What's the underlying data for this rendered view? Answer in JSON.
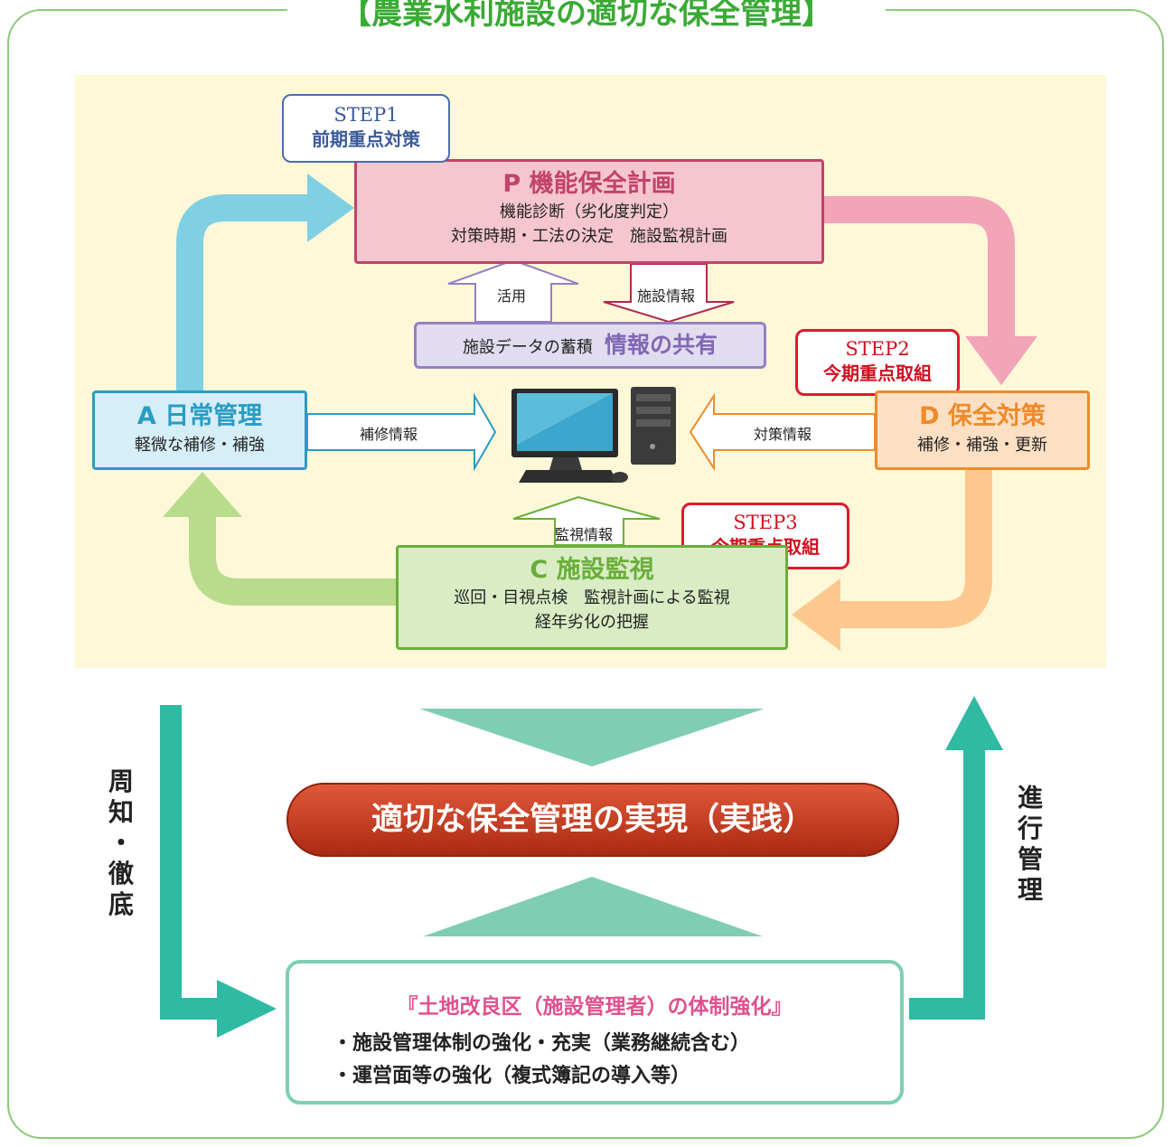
{
  "title": "【農業水利施設の適切な保全管理】",
  "p_box": {
    "heading": "P 機能保全計画",
    "line1": "機能診断（劣化度判定）",
    "line2": "対策時期・工法の決定　施設監視計画"
  },
  "step1": {
    "step": "STEP1",
    "label": "前期重点対策"
  },
  "step2": {
    "step": "STEP2",
    "label": "今期重点取組"
  },
  "step3": {
    "step": "STEP3",
    "label": "今期重点取組"
  },
  "arrows": {
    "katsuyo": "活用",
    "shisetsu_joho": "施設情報",
    "hoshu_joho": "補修情報",
    "taisaku_joho": "対策情報",
    "kanshi_joho": "監視情報"
  },
  "info_box": {
    "prefix": "施設データの蓄積",
    "main": "情報の共有"
  },
  "a_box": {
    "heading": "A 日常管理",
    "line": "軽微な補修・補強"
  },
  "d_box": {
    "heading": "D 保全対策",
    "line": "補修・補強・更新"
  },
  "c_box": {
    "heading": "C 施設監視",
    "line1": "巡回・目視点検　監視計画による監視",
    "line2": "経年劣化の把握"
  },
  "main_banner": "適切な保全管理の実現（実践）",
  "left_vertical": [
    "周",
    "知",
    "・",
    "徹",
    "底"
  ],
  "right_vertical": [
    "進",
    "行",
    "管",
    "理"
  ],
  "bottom_box": {
    "heading": "『土地改良区（施設管理者）の体制強化』",
    "item1": "・施設管理体制の強化・充実（業務継続含む）",
    "item2": "・運営面等の強化（複式簿記の導入等）"
  },
  "colors": {
    "frame": "#8cc97a",
    "title": "#3aaa35",
    "p": "#c2436a",
    "a": "#2a9cc4",
    "d": "#ef8a2a",
    "c": "#6aae3a",
    "teal": "#2fbaa4",
    "banner": "#c8401e",
    "pink_text": "#e0508e",
    "step_red": "#e01a2a",
    "step_blue": "#3a5a9a"
  }
}
